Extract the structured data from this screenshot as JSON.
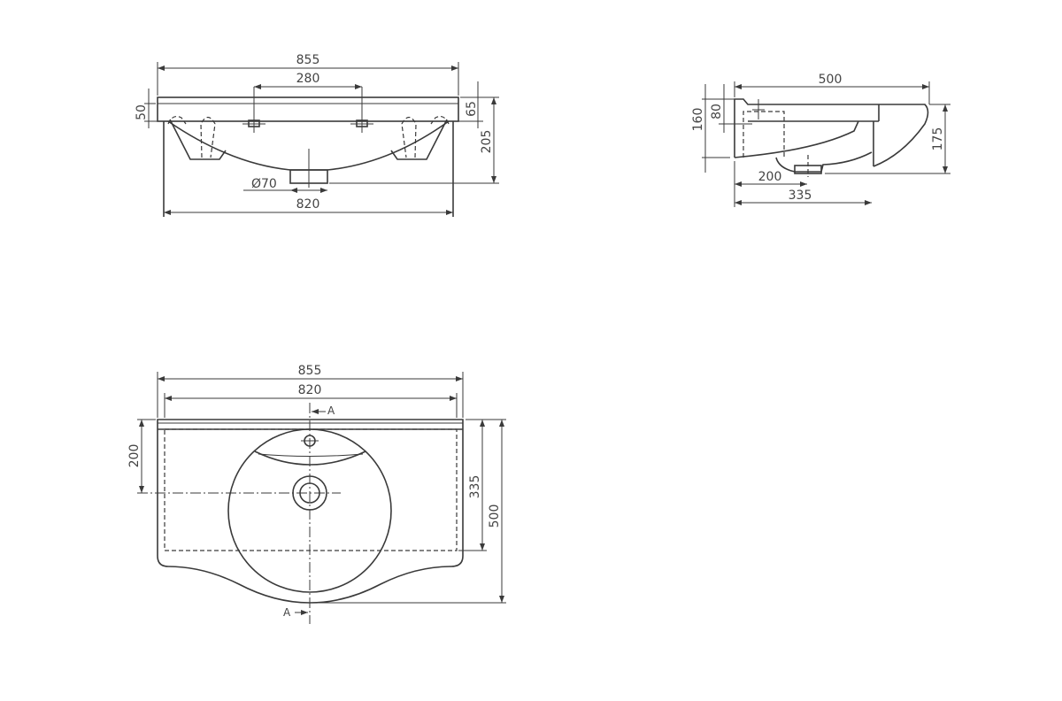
{
  "front_view": {
    "overall_width": "855",
    "tap_spacing": "280",
    "slab_height": "50",
    "rim_height": "65",
    "total_height": "205",
    "drain_diameter": "Ø70",
    "body_width": "820"
  },
  "side_view": {
    "depth": "500",
    "back_height": "160",
    "slab_height": "80",
    "front_height": "175",
    "drain_offset": "200",
    "cabinet_depth": "335"
  },
  "plan_view": {
    "overall_width": "855",
    "body_width": "820",
    "drain_offset": "200",
    "cabinet_depth": "335",
    "depth": "500",
    "section_label_top": "A",
    "section_label_bottom": "A"
  }
}
